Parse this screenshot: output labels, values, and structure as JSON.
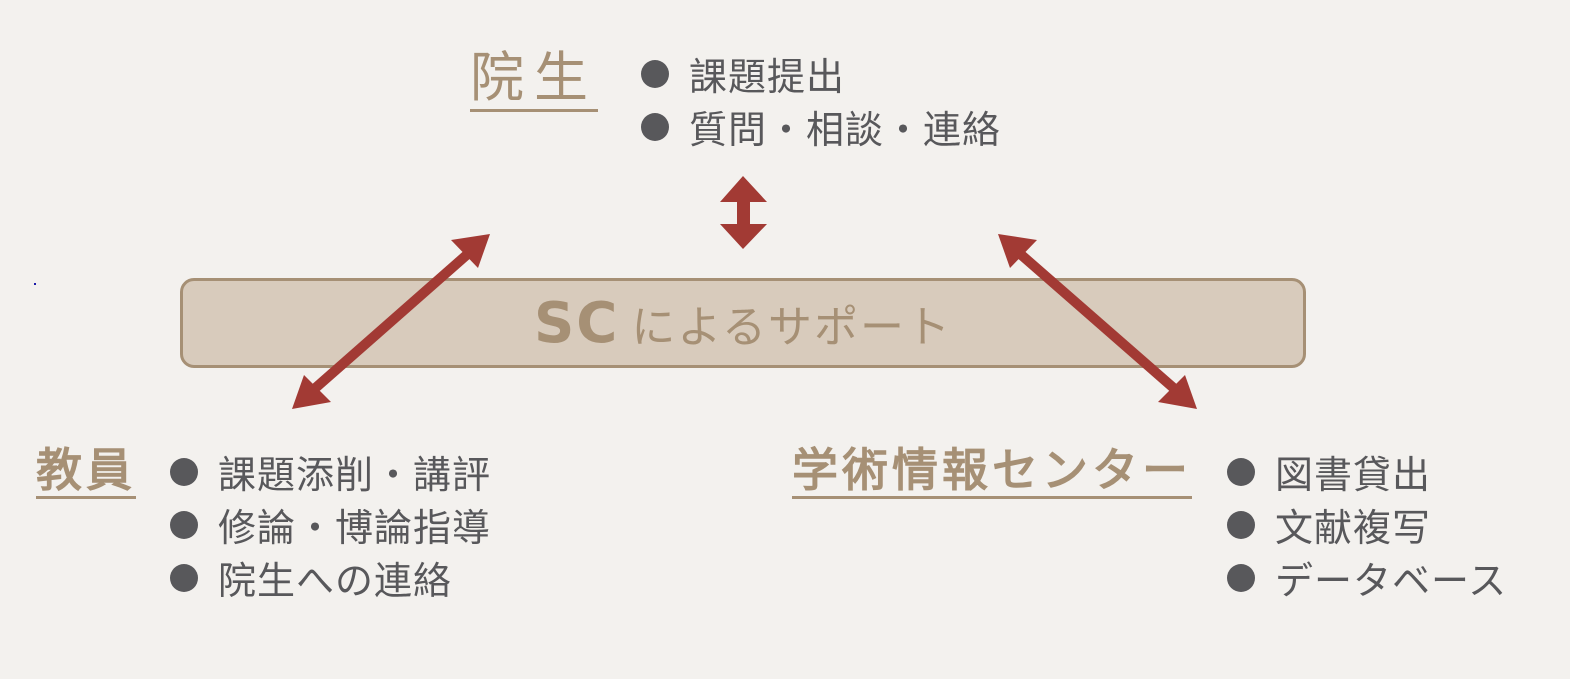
{
  "center": {
    "sc": "SC",
    "rest": "によるサポート"
  },
  "groups": {
    "student": {
      "title": "院生",
      "items": [
        "課題提出",
        "質問・相談・連絡"
      ]
    },
    "faculty": {
      "title": "教員",
      "items": [
        "課題添削・講評",
        "修論・博論指導",
        "院生への連絡"
      ]
    },
    "info_center": {
      "title": "学術情報センター",
      "items": [
        "図書貸出",
        "文献複写",
        "データベース"
      ]
    }
  },
  "colors": {
    "background": "#f3f1ee",
    "accent": "#a69075",
    "box_fill": "#d8cbbc",
    "arrow": "#a23a34",
    "text": "#58585b"
  },
  "icons": {
    "bullet": "filled-circle",
    "connector": "double-headed-arrow"
  }
}
